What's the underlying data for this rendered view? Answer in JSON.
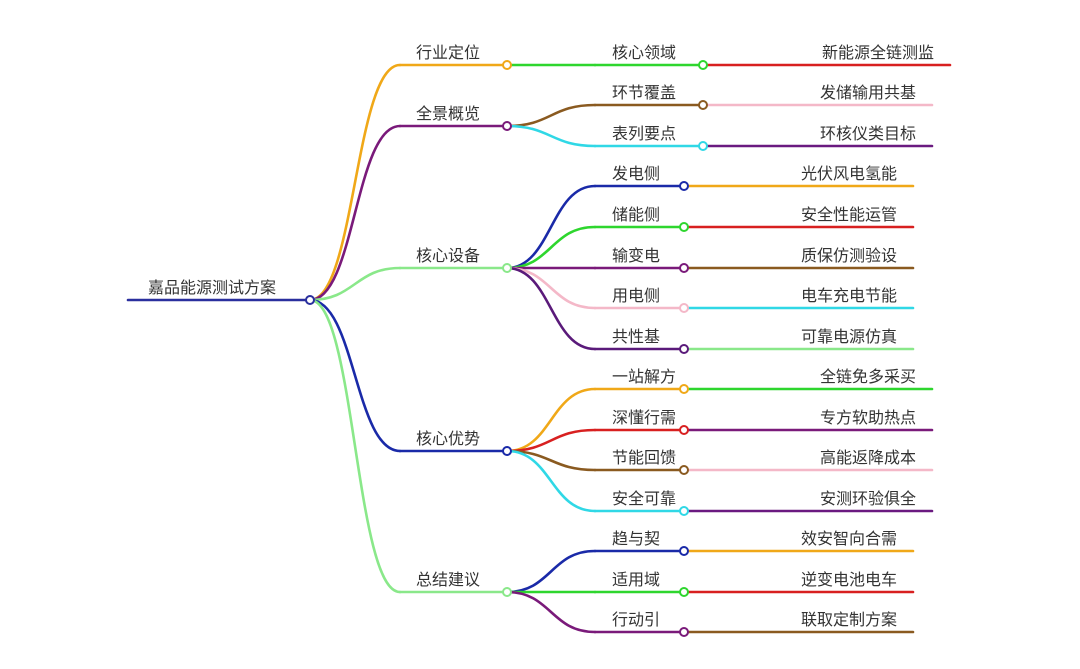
{
  "root": {
    "label": "嘉品能源测试方案",
    "color": "#2a2f9e"
  },
  "branches": [
    {
      "label": "行业定位",
      "color": "#f0a818",
      "children": [
        {
          "label": "核心领域",
          "color": "#2ed62e",
          "leaf": "新能源全链测监",
          "leaf_color": "#d82020"
        }
      ]
    },
    {
      "label": "全景概览",
      "color": "#7a1a7a",
      "children": [
        {
          "label": "环节覆盖",
          "color": "#8a5a20",
          "leaf": "发储输用共基",
          "leaf_color": "#f4b8c8"
        },
        {
          "label": "表列要点",
          "color": "#30d8e6",
          "leaf": "环核仪类目标",
          "leaf_color": "#6a1a80"
        }
      ]
    },
    {
      "label": "核心设备",
      "color": "#8ae88a",
      "children": [
        {
          "label": "发电侧",
          "color": "#1a2aa8",
          "leaf": "光伏风电氢能",
          "leaf_color": "#f0a818"
        },
        {
          "label": "储能侧",
          "color": "#2ed62e",
          "leaf": "安全性能运管",
          "leaf_color": "#d82020"
        },
        {
          "label": "输变电",
          "color": "#7a1a7a",
          "leaf": "质保仿测验设",
          "leaf_color": "#8a5a20"
        },
        {
          "label": "用电侧",
          "color": "#f4b8c8",
          "leaf": "电车充电节能",
          "leaf_color": "#30d8e6"
        },
        {
          "label": "共性基",
          "color": "#5a1a7a",
          "leaf": "可靠电源仿真",
          "leaf_color": "#8ae88a"
        }
      ]
    },
    {
      "label": "核心优势",
      "color": "#1a2aa8",
      "children": [
        {
          "label": "一站解方",
          "color": "#f0a818",
          "leaf": "全链免多采买",
          "leaf_color": "#2ed62e"
        },
        {
          "label": "深懂行需",
          "color": "#d82020",
          "leaf": "专方软助热点",
          "leaf_color": "#7a1a7a"
        },
        {
          "label": "节能回馈",
          "color": "#8a5a20",
          "leaf": "高能返降成本",
          "leaf_color": "#f4b8c8"
        },
        {
          "label": "安全可靠",
          "color": "#30d8e6",
          "leaf": "安测环验俱全",
          "leaf_color": "#6a1a80"
        }
      ]
    },
    {
      "label": "总结建议",
      "color": "#8ae88a",
      "children": [
        {
          "label": "趋与契",
          "color": "#1a2aa8",
          "leaf": "效安智向合需",
          "leaf_color": "#f0a818"
        },
        {
          "label": "适用域",
          "color": "#2ed62e",
          "leaf": "逆变电池电车",
          "leaf_color": "#d82020"
        },
        {
          "label": "行动引",
          "color": "#7a1a7a",
          "leaf": "联取定制方案",
          "leaf_color": "#8a5a20"
        }
      ]
    }
  ]
}
